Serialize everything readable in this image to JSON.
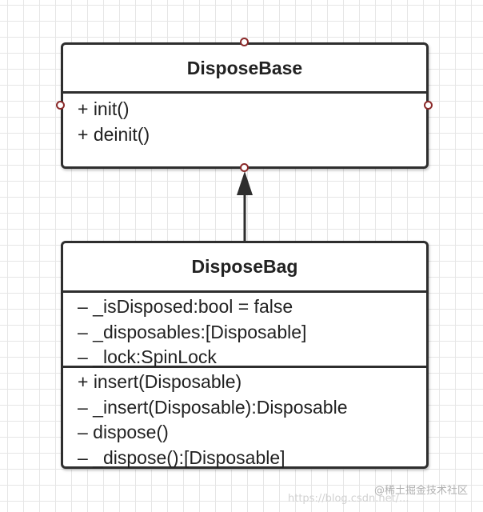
{
  "colors": {
    "border": "#2e2e2e",
    "anchor": "#8b2a2a",
    "grid": "#e6e6e6"
  },
  "base_class": {
    "name": "DisposeBase",
    "methods": [
      "+ init()",
      "+ deinit()"
    ]
  },
  "derived_class": {
    "name": "DisposeBag",
    "attributes": [
      "– _isDisposed:bool = false",
      "– _disposables:[Disposable]",
      "– _lock:SpinLock"
    ],
    "methods": [
      "+ insert(Disposable)",
      "– _insert(Disposable):Disposable",
      "– dispose()",
      "– _dispose():[Disposable]"
    ]
  },
  "relationship": {
    "type": "inheritance",
    "from": "DisposeBag",
    "to": "DisposeBase"
  },
  "watermark": {
    "text": "@稀土掘金技术社区",
    "faint_text": "https://blog.csdn.net/..."
  }
}
